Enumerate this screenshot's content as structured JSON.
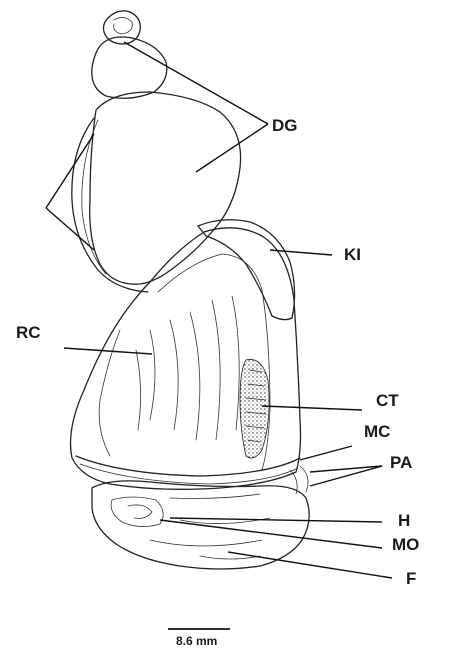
{
  "labels": {
    "dg": "DG",
    "ki": "KI",
    "rc": "RC",
    "ct": "CT",
    "mc": "MC",
    "pa": "PA",
    "h": "H",
    "mo": "MO",
    "f": "F"
  },
  "scale_bar": {
    "text": "8.6 mm"
  }
}
